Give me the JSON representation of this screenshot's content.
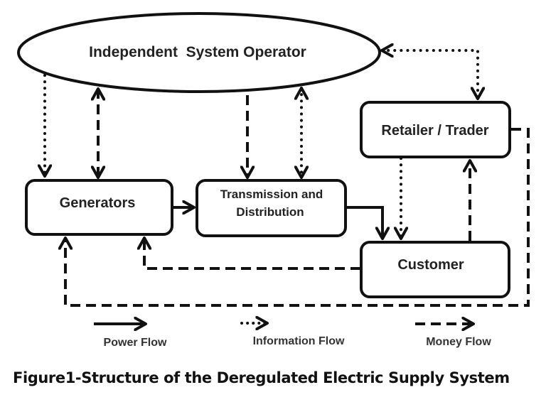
{
  "nodes": {
    "iso": {
      "label": "Independent  System Operator",
      "shape": "ellipse"
    },
    "generators": {
      "label": "Generators",
      "shape": "rounded-rect"
    },
    "transmission": {
      "label_line1": "Transmission and",
      "label_line2": "Distribution",
      "shape": "rounded-rect"
    },
    "retailer": {
      "label": "Retailer / Trader",
      "shape": "rounded-rect"
    },
    "customer": {
      "label": "Customer",
      "shape": "rounded-rect"
    }
  },
  "edges": [
    {
      "from": "iso",
      "to": "generators",
      "type": "information",
      "direction": "one-way"
    },
    {
      "from": "iso",
      "to": "generators",
      "type": "money",
      "direction": "two-way"
    },
    {
      "from": "iso",
      "to": "transmission",
      "type": "money",
      "direction": "one-way"
    },
    {
      "from": "iso",
      "to": "transmission",
      "type": "information",
      "direction": "two-way"
    },
    {
      "from": "iso",
      "to": "retailer",
      "type": "information",
      "direction": "two-way"
    },
    {
      "from": "generators",
      "to": "transmission",
      "type": "power",
      "direction": "one-way"
    },
    {
      "from": "transmission",
      "to": "customer",
      "type": "power",
      "direction": "one-way"
    },
    {
      "from": "retailer",
      "to": "customer",
      "type": "information",
      "direction": "one-way"
    },
    {
      "from": "customer",
      "to": "retailer",
      "type": "money",
      "direction": "one-way"
    },
    {
      "from": "customer",
      "to": "generators",
      "type": "money",
      "direction": "one-way"
    },
    {
      "from": "retailer",
      "to": "generators",
      "type": "money",
      "direction": "one-way"
    }
  ],
  "legend": {
    "power": "Power Flow",
    "information": "Information Flow",
    "money": "Money Flow"
  },
  "caption": "Figure1-Structure of the Deregulated Electric Supply System",
  "colors": {
    "stroke": "#111111",
    "text": "#222222",
    "background": "#ffffff"
  }
}
